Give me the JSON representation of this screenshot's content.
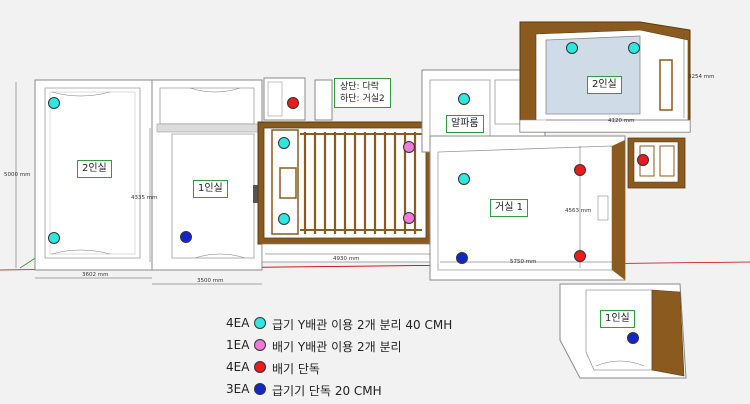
{
  "colors": {
    "supply_y": "#2ee8e0",
    "exhaust_y": "#f07ad6",
    "exhaust_single": "#e81c1c",
    "supply_single": "#1526c8",
    "wall_top": "#ffffff",
    "wall_edge": "#8a8a8a",
    "wood": "#8b5a1f",
    "floor": "#ffffff",
    "room_blue": "#cfdbe6",
    "axis_red": "#c80000",
    "axis_green": "#2a9a2a",
    "label_border": "#2f9e3a"
  },
  "rooms": [
    {
      "id": "left-2person",
      "label": "2인실"
    },
    {
      "id": "left-1person",
      "label": "1인실"
    },
    {
      "id": "alpha-room",
      "label": "알파룸"
    },
    {
      "id": "living-1",
      "label": "거실 1"
    },
    {
      "id": "right-2person",
      "label": "2인실"
    },
    {
      "id": "right-1person",
      "label": "1인실"
    }
  ],
  "note": {
    "line1": "상단: 다락",
    "line2": "하단: 거실2"
  },
  "dimensions": {
    "d3602": "3602 mm",
    "d3500": "3500 mm",
    "d5000": "5000 mm",
    "d4335": "4335 mm",
    "d4930": "4930 mm",
    "d5750": "5750 mm",
    "d4563": "4563 mm",
    "d4120": "4120 mm",
    "d3254": "3254 mm"
  },
  "legend": [
    {
      "count": "4EA",
      "color_key": "supply_y",
      "text": "급기 Y배관 이용 2개 분리 40 CMH"
    },
    {
      "count": "1EA",
      "color_key": "exhaust_y",
      "text": "배기 Y배관 이용 2개 분리"
    },
    {
      "count": "4EA",
      "color_key": "exhaust_single",
      "text": "배기 단독"
    },
    {
      "count": "3EA",
      "color_key": "supply_single",
      "text": "급기기 단독 20 CMH"
    }
  ],
  "markers": [
    {
      "type": "supply_y"
    },
    {
      "type": "supply_y"
    },
    {
      "type": "supply_y"
    },
    {
      "type": "supply_y"
    },
    {
      "type": "supply_y"
    },
    {
      "type": "supply_y"
    },
    {
      "type": "supply_y"
    },
    {
      "type": "supply_y"
    },
    {
      "type": "exhaust_y"
    },
    {
      "type": "exhaust_y"
    },
    {
      "type": "exhaust_single"
    },
    {
      "type": "exhaust_single"
    },
    {
      "type": "exhaust_single"
    },
    {
      "type": "exhaust_single"
    },
    {
      "type": "supply_single"
    },
    {
      "type": "supply_single"
    },
    {
      "type": "supply_single"
    }
  ]
}
